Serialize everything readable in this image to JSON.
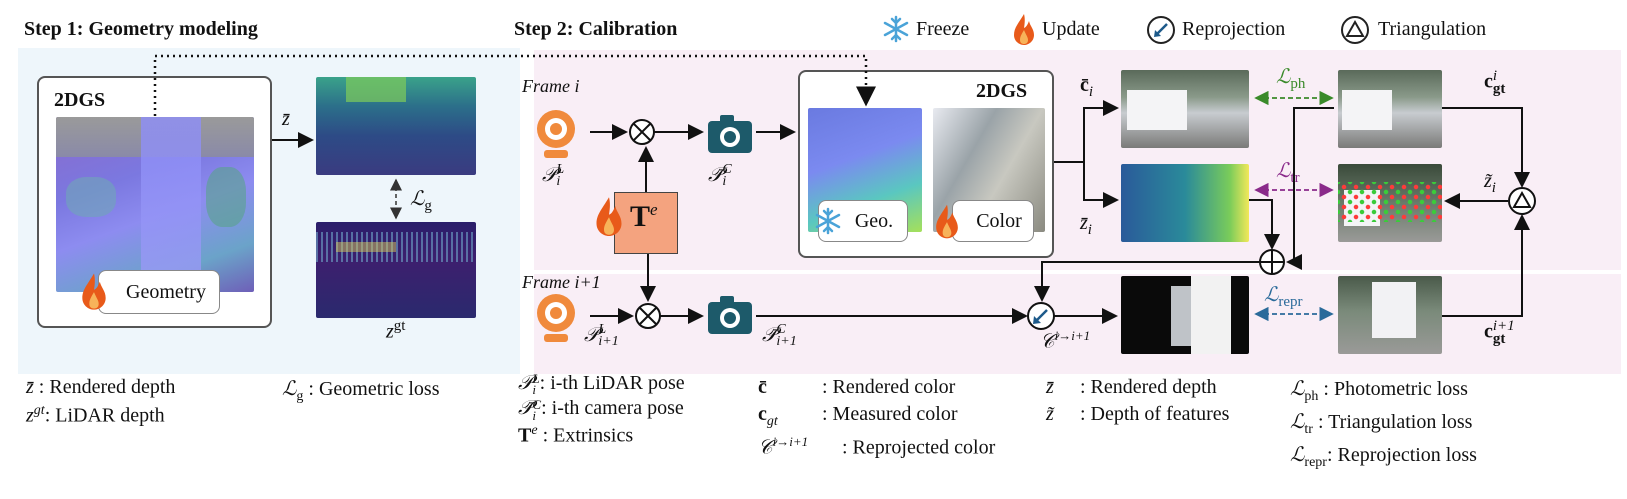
{
  "step1": {
    "title": "Step 1: Geometry modeling",
    "model": "2DGS",
    "geometry_label": "Geometry",
    "zbar": "z̄",
    "zgt": "z",
    "zgt_sup": "gt",
    "lg": "ℒ",
    "lg_sub": "g"
  },
  "step2": {
    "title": "Step 2: Calibration",
    "frame_i": "Frame i",
    "frame_i1": "Frame i+1",
    "model": "2DGS",
    "geo_label": "Geo.",
    "color_label": "Color",
    "extrinsics_symbol": "T",
    "extrinsics_sup": "e",
    "pL_i": "𝒫",
    "pL_i_sup": "L",
    "pL_i_sub": "i",
    "pC_i": "𝒫̄",
    "pC_i_sup": "C",
    "pC_i_sub": "i",
    "pL_i1": "𝒫",
    "pL_i1_sup": "L",
    "pL_i1_sub": "i+1",
    "pC_i1": "𝒫̄",
    "pC_i1_sup": "C",
    "pC_i1_sub": "i+1",
    "cbar": "c̄",
    "cbar_sub": "i",
    "zbar": "z̄",
    "zbar_sub": "i",
    "ztilde": "z̃",
    "ztilde_sub": "i",
    "cgt": "c",
    "cgt_sup": "i",
    "cgt_sub": "gt",
    "cgt1": "c",
    "cgt1_sup": "i+1",
    "cgt1_sub": "gt",
    "reproj": "𝒞",
    "reproj_sup": "i→i+1",
    "l_ph": "ℒ",
    "l_ph_sub": "ph",
    "l_tr": "ℒ",
    "l_tr_sub": "tr",
    "l_repr": "ℒ",
    "l_repr_sub": "repr"
  },
  "legend": {
    "freeze": "Freeze",
    "update": "Update",
    "reprojection": "Reprojection",
    "triangulation": "Triangulation"
  },
  "definitions": {
    "col1": [
      {
        "sym": "z̄",
        "text": ": Rendered depth"
      },
      {
        "sym": "z",
        "sup": "gt",
        "text": ": LiDAR depth"
      }
    ],
    "col2": [
      {
        "sym": "ℒ",
        "sub": "g",
        "text": " : Geometric loss"
      }
    ],
    "col3": [
      {
        "sym": "𝒫",
        "sup": "L",
        "sub": "i",
        "text": ": i-th LiDAR pose"
      },
      {
        "sym": "𝒫̄",
        "sup": "C",
        "sub": "i",
        "text": ": i-th camera pose"
      },
      {
        "sym": "T",
        "sup": "e",
        "text": " : Extrinsics"
      }
    ],
    "col4": [
      {
        "sym": "c̄",
        "text": ": Rendered color"
      },
      {
        "sym": "c",
        "sub": "gt",
        "text": ": Measured color"
      },
      {
        "sym": "𝒞",
        "sup": "i→i+1",
        "text": ": Reprojected color"
      }
    ],
    "col5": [
      {
        "sym": "z̄",
        "text": ": Rendered depth"
      },
      {
        "sym": "z̃",
        "text": ": Depth of features"
      }
    ],
    "col6": [
      {
        "sym": "ℒ",
        "sub": "ph",
        "text": " : Photometric loss"
      },
      {
        "sym": "ℒ",
        "sub": "tr",
        "text": " : Triangulation loss"
      },
      {
        "sym": "ℒ",
        "sub": "repr",
        "text": ": Reprojection loss"
      }
    ]
  },
  "colors": {
    "panel1": "#eef6fb",
    "panel2": "#f9eef6",
    "extrinsics": "#f4a37f",
    "lidar": "#f08a3c",
    "camera": "#1d5a6a",
    "green": "#3a8a2a",
    "purple": "#8a2a8a",
    "blue": "#2a6a9a"
  }
}
